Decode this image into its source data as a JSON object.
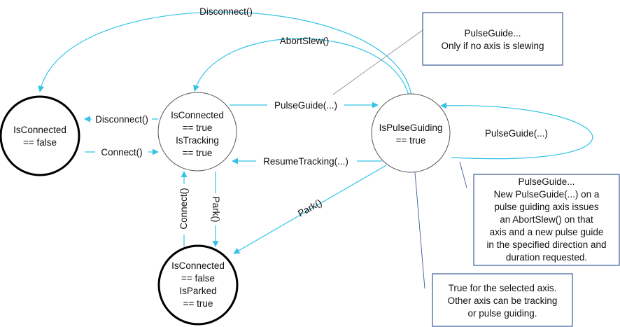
{
  "states": {
    "disconnected": [
      "IsConnected",
      "== false"
    ],
    "tracking": [
      "IsConnected",
      "== true",
      "IsTracking",
      "== true"
    ],
    "pulse_guiding": [
      "IsPulseGuiding",
      "== true"
    ],
    "parked": [
      "IsConnected",
      "== false",
      "IsParked",
      "== true"
    ]
  },
  "transitions": {
    "disconnect_top": "Disconnect()",
    "abort_slew": "AbortSlew()",
    "pulse_guide": "PulseGuide(...)",
    "pulse_guide_self": "PulseGuide(...)",
    "disconnect_mid": "Disconnect()",
    "connect_mid": "Connect()",
    "resume_tracking": "ResumeTracking(...)",
    "park_diag": "Park()",
    "connect_vertical": "Connect()",
    "park_vertical": "Park()"
  },
  "notes": {
    "top_right": [
      "PulseGuide...",
      "Only if no axis is slewing"
    ],
    "mid_right": [
      "PulseGuide...",
      "New PulseGuide(...) on a",
      "pulse guiding axis issues",
      "an AbortSlew() on that",
      "axis and a new pulse guide",
      "in the specified direction and",
      "duration requested."
    ],
    "bottom_right": [
      "True for the selected axis.",
      "Other axis can be tracking",
      "or pulse guiding."
    ]
  }
}
